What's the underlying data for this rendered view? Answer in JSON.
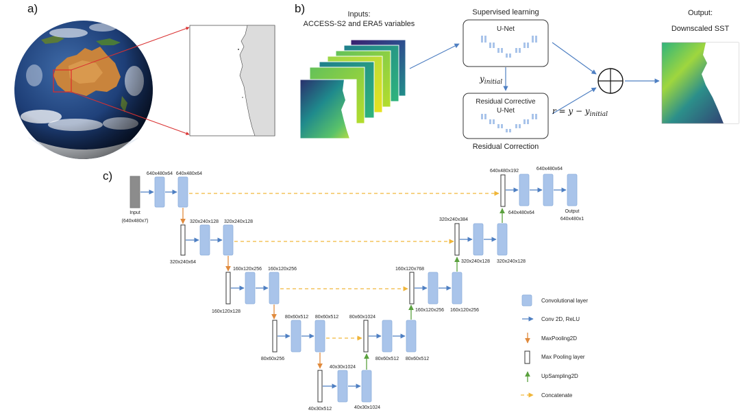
{
  "panels": {
    "a": "a)",
    "b": "b)",
    "c": "c)"
  },
  "panel_b": {
    "inputs_title": "Inputs:",
    "inputs_subtitle": "ACCESS-S2 and ERA5 variables",
    "supervised_title": "Supervised learning",
    "unet_label": "U-Net",
    "residual_unet_line1": "Residual Corrective",
    "residual_unet_line2": "U-Net",
    "residual_title": "Residual Correction",
    "y_initial_main": "y",
    "y_initial_sub": "initial",
    "formula_main": "r = y − y",
    "formula_sub": "initial",
    "output_title": "Output:",
    "output_subtitle": "Downscaled SST"
  },
  "panel_c": {
    "input_label": "Input",
    "input_shape": "(640x480x7)",
    "output_label": "Output",
    "output_shape": "640x480x1",
    "l_e1a": "640x480x64",
    "l_e1b": "640x480x64",
    "l_e2a": "320x240x128",
    "l_e2b": "320x240x128",
    "l_p1": "320x240x64",
    "l_e3a": "160x120x256",
    "l_e3b": "160x120x256",
    "l_p2": "160x120x128",
    "l_e4a": "80x60x512",
    "l_e4b": "80x60x512",
    "l_p3": "80x60x256",
    "l_bb1": "40x30x1024",
    "l_bb2": "40x30x1024",
    "l_p4": "40x30x512",
    "l_d4cat": "80x60x1024",
    "l_d4a": "80x60x512",
    "l_d4b": "80x60x512",
    "l_d3cat": "160x120x768",
    "l_d3a": "160x120x256",
    "l_d3b": "160x120x256",
    "l_d2cat": "320x240x384",
    "l_d2a": "320x240x128",
    "l_d2b": "320x240x128",
    "l_d1cat": "640x480x192",
    "l_d1up": "640x480x64",
    "l_d1conv": "640x480x64"
  },
  "legend": {
    "conv": "Convolutional layer",
    "conv2d": "Conv 2D, ReLU",
    "maxpool2d": "MaxPooling2D",
    "poollayer": "Max Pooling layer",
    "upsampling": "UpSampling2D",
    "concat": "Concatenate"
  },
  "colors": {
    "conv_block": "#a9c4ea",
    "conv_arrow": "#4e7fc2",
    "maxpool_arrow": "#e08a3c",
    "upsampling_arrow": "#5aa13e",
    "concatenate": "#f0b63a",
    "zoom_lines": "#d93030"
  },
  "icons": {
    "sum_node": "circled-plus-icon",
    "globe": "earth-globe-image"
  }
}
